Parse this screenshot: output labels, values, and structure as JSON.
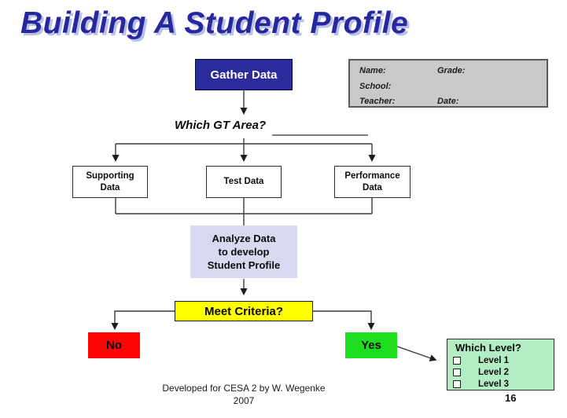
{
  "slide": {
    "title": "Building A Student Profile",
    "page_number": "16"
  },
  "info_box": {
    "name_label": "Name:",
    "grade_label": "Grade:",
    "school_label": "School:",
    "teacher_label": "Teacher:",
    "date_label": "Date:"
  },
  "flowchart": {
    "gather_label": "Gather Data",
    "question_label": "Which GT Area?",
    "sources": [
      "Supporting Data",
      "Test Data",
      "Performance Data"
    ],
    "analyze_lines": [
      "Analyze Data",
      "to develop",
      "Student Profile"
    ],
    "criteria_label": "Meet Criteria?",
    "no_label": "No",
    "yes_label": "Yes",
    "level": {
      "title": "Which Level?",
      "options": [
        "Level 1",
        "Level 2",
        "Level 3"
      ]
    }
  },
  "footer": {
    "line1": "Developed for CESA 2 by W. Wegenke",
    "line2": "2007"
  },
  "colors": {
    "title_text": "#28289E",
    "title_shadow": "#B9C2E6",
    "gather_fill": "#2B2B9B",
    "info_fill": "#C9C9C9",
    "analyze_fill": "#D8D8F0",
    "criteria_fill": "#FFFF00",
    "no_fill": "#FB0505",
    "yes_fill": "#1FDE1F",
    "level_fill": "#B2EDC3"
  }
}
